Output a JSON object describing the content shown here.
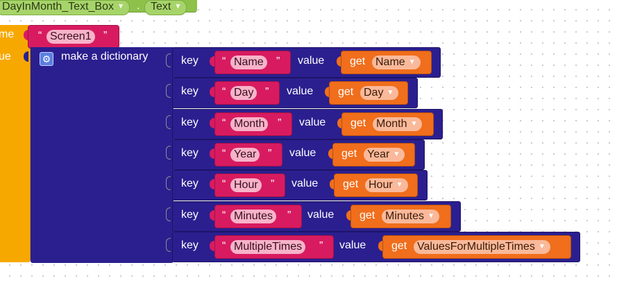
{
  "top_block": {
    "component": "DayInMonth_Text_Box",
    "property": "Text",
    "dot": "."
  },
  "parent_labels": {
    "name": "me",
    "value": "ue"
  },
  "screen_string": "Screen1",
  "quote": "“",
  "quote_close": "”",
  "dictionary": {
    "label": "make a dictionary",
    "icon": "gear-icon"
  },
  "key_label": "key",
  "value_label": "value",
  "get_label": "get",
  "dropdown_arrow": "▼",
  "pairs": [
    {
      "key": "Name",
      "value": "Name"
    },
    {
      "key": "Day",
      "value": "Day"
    },
    {
      "key": "Month",
      "value": "Month"
    },
    {
      "key": "Year",
      "value": "Year"
    },
    {
      "key": "Hour",
      "value": "Hour"
    },
    {
      "key": "Minutes",
      "value": "Minutes"
    },
    {
      "key": "MultipleTimes",
      "value": "ValuesForMultipleTimes"
    }
  ],
  "colors": {
    "dictionary": "#2b1f8f",
    "text": "#d81b60",
    "variable": "#f06e1c",
    "component": "#8dc14a",
    "control": "#f7a800"
  }
}
